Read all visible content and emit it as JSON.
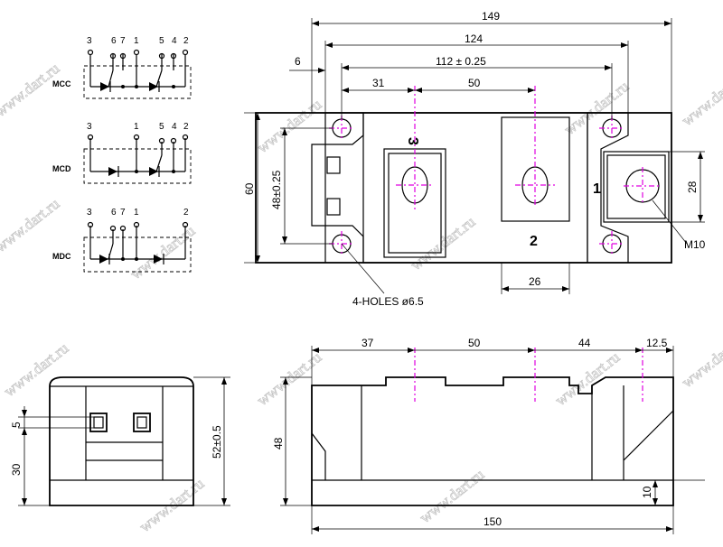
{
  "watermark": "www.dart.ru",
  "schematics": [
    {
      "name": "MCC",
      "pins": [
        "3",
        "6",
        "7",
        "1",
        "5",
        "4",
        "2"
      ]
    },
    {
      "name": "MCD",
      "pins": [
        "3",
        "1",
        "5",
        "4",
        "2"
      ]
    },
    {
      "name": "MDC",
      "pins": [
        "3",
        "6",
        "7",
        "1",
        "2"
      ]
    }
  ],
  "top_view": {
    "dims": {
      "overall_length": "149",
      "hole_pitch": "124",
      "center_span": "112 ± 0.25",
      "edge_offset": "6",
      "first_terminal": "31",
      "terminal_pitch": "50",
      "height": "60",
      "hole_spacing": "48±0.25",
      "terminal_height": "28",
      "terminal_width": "26"
    },
    "terminal_labels": [
      "3",
      "2",
      "1"
    ],
    "holes_note": "4-HOLES ø6.5",
    "thread_note": "M10"
  },
  "side_view": {
    "dims": {
      "a": "37",
      "b": "50",
      "c": "44",
      "d": "12.5",
      "height": "48",
      "base": "10",
      "length": "150"
    }
  },
  "end_view": {
    "dims": {
      "pin_spacing": "5",
      "pin_height": "30",
      "total_height": "52±0.5"
    }
  }
}
